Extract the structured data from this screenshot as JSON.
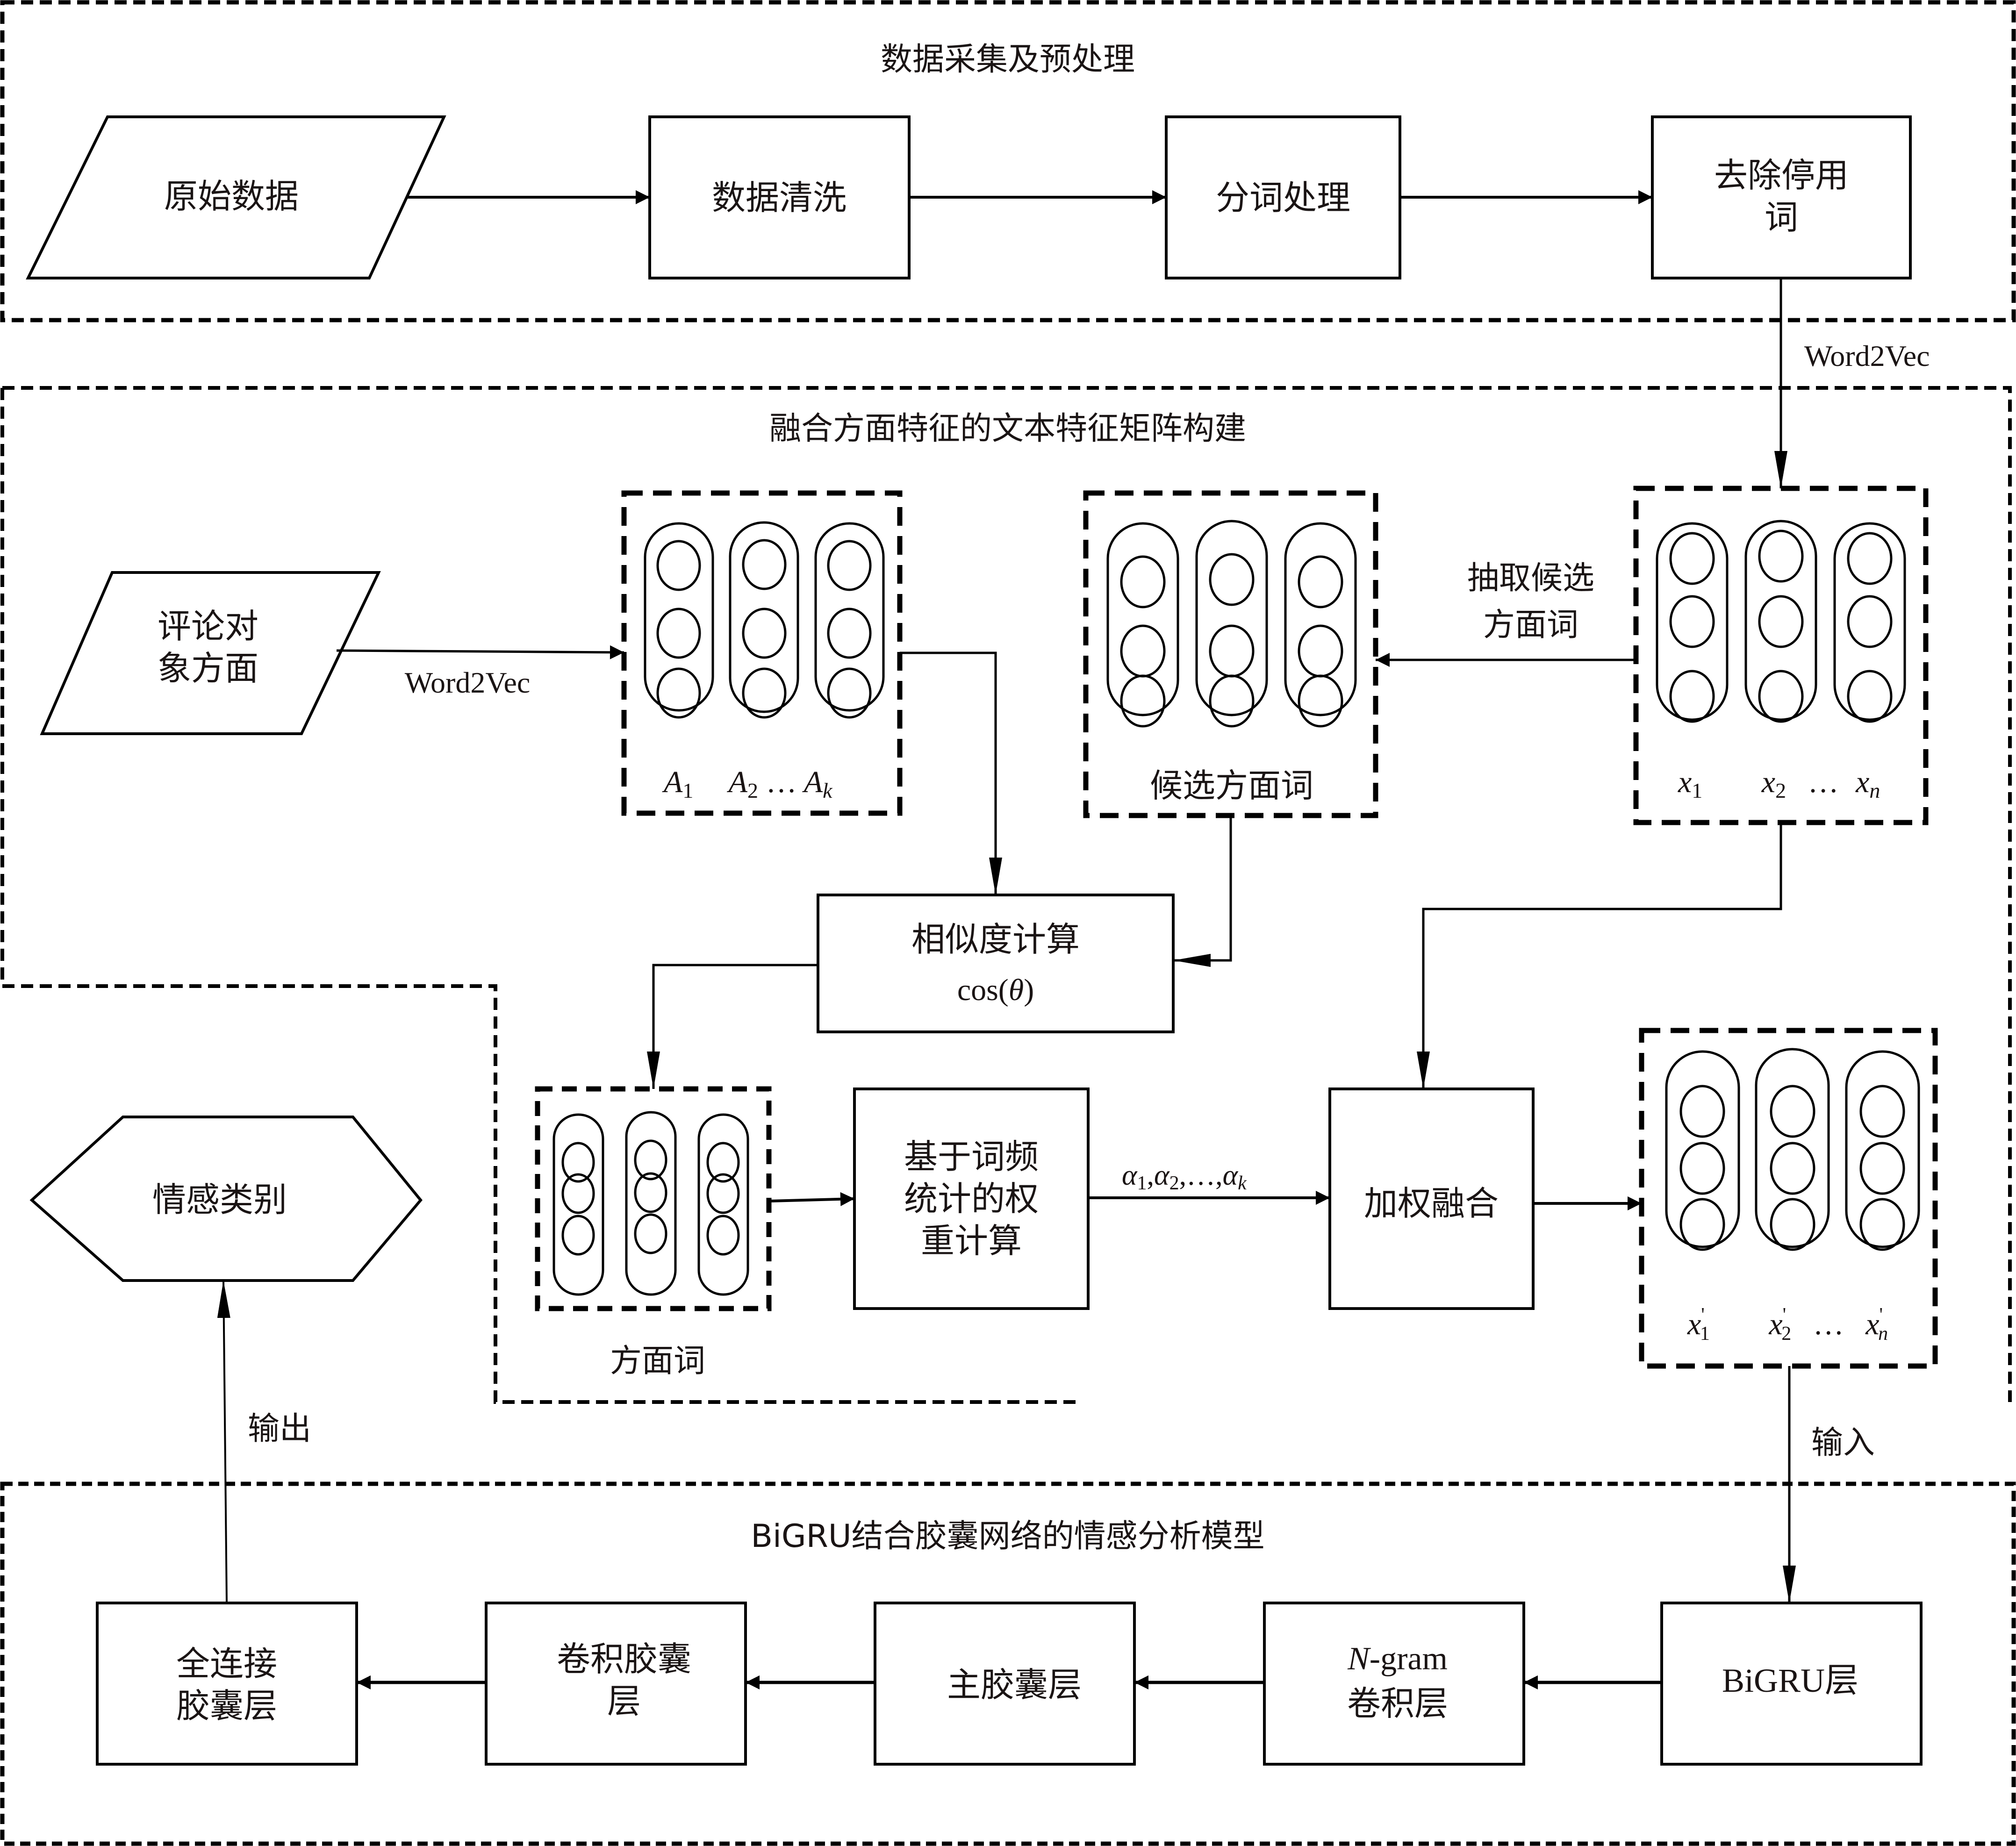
{
  "sections": {
    "preprocess": {
      "title": "数据采集及预处理"
    },
    "feature": {
      "title": "融合方面特征的文本特征矩阵构建"
    },
    "model": {
      "title": "BiGRU结合胶囊网络的情感分析模型"
    }
  },
  "preprocess_nodes": {
    "raw_data": "原始数据",
    "cleaning": "数据清洗",
    "segmentation": "分词处理",
    "stopword_line1": "去除停用",
    "stopword_line2": "词"
  },
  "edge_labels": {
    "word2vec_top": "Word2Vec",
    "word2vec_left": "Word2Vec",
    "extract_line1": "抽取候选",
    "extract_line2": "方面词",
    "alpha_base": "α",
    "alpha_sub1": "1",
    "alpha_sep1": ",",
    "alpha_sub2": "2",
    "alpha_sep2": ",…,",
    "alpha_subk": "k",
    "input": "输入",
    "output": "输出"
  },
  "feature_nodes": {
    "review_aspect_line1": "评论对",
    "review_aspect_line2": "象方面",
    "candidate_label": "候选方面词",
    "aspect_words_label": "方面词",
    "similarity_line1": "相似度计算",
    "similarity_formula_cos": "cos(",
    "similarity_formula_theta": "θ",
    "similarity_formula_close": ")",
    "tf_weight_line1": "基于词频",
    "tf_weight_line2": "统计的权",
    "tf_weight_line3": "重计算",
    "weighted_fusion": "加权融合"
  },
  "vector_labels": {
    "aspect": {
      "base": "A",
      "sub1": "1",
      "sub2": "2",
      "dots": "…",
      "subk": "k"
    },
    "text": {
      "base": "x",
      "sub1": "1",
      "sub2": "2",
      "dots": "…",
      "subn": "n"
    },
    "fused": {
      "base": "x",
      "prime": "'",
      "sub1": "1",
      "sub2": "2",
      "dots": "…",
      "subn": "n"
    }
  },
  "model_nodes": {
    "bigru": "BiGRU层",
    "ngram_line1_italic": "N",
    "ngram_line1_rest": "-gram",
    "ngram_line2": "卷积层",
    "primary_capsule": "主胶囊层",
    "conv_capsule_line1": "卷积胶囊",
    "conv_capsule_line2": "层",
    "fc_capsule_line1": "全连接",
    "fc_capsule_line2": "胶囊层"
  },
  "output_node": {
    "label": "情感类别"
  }
}
